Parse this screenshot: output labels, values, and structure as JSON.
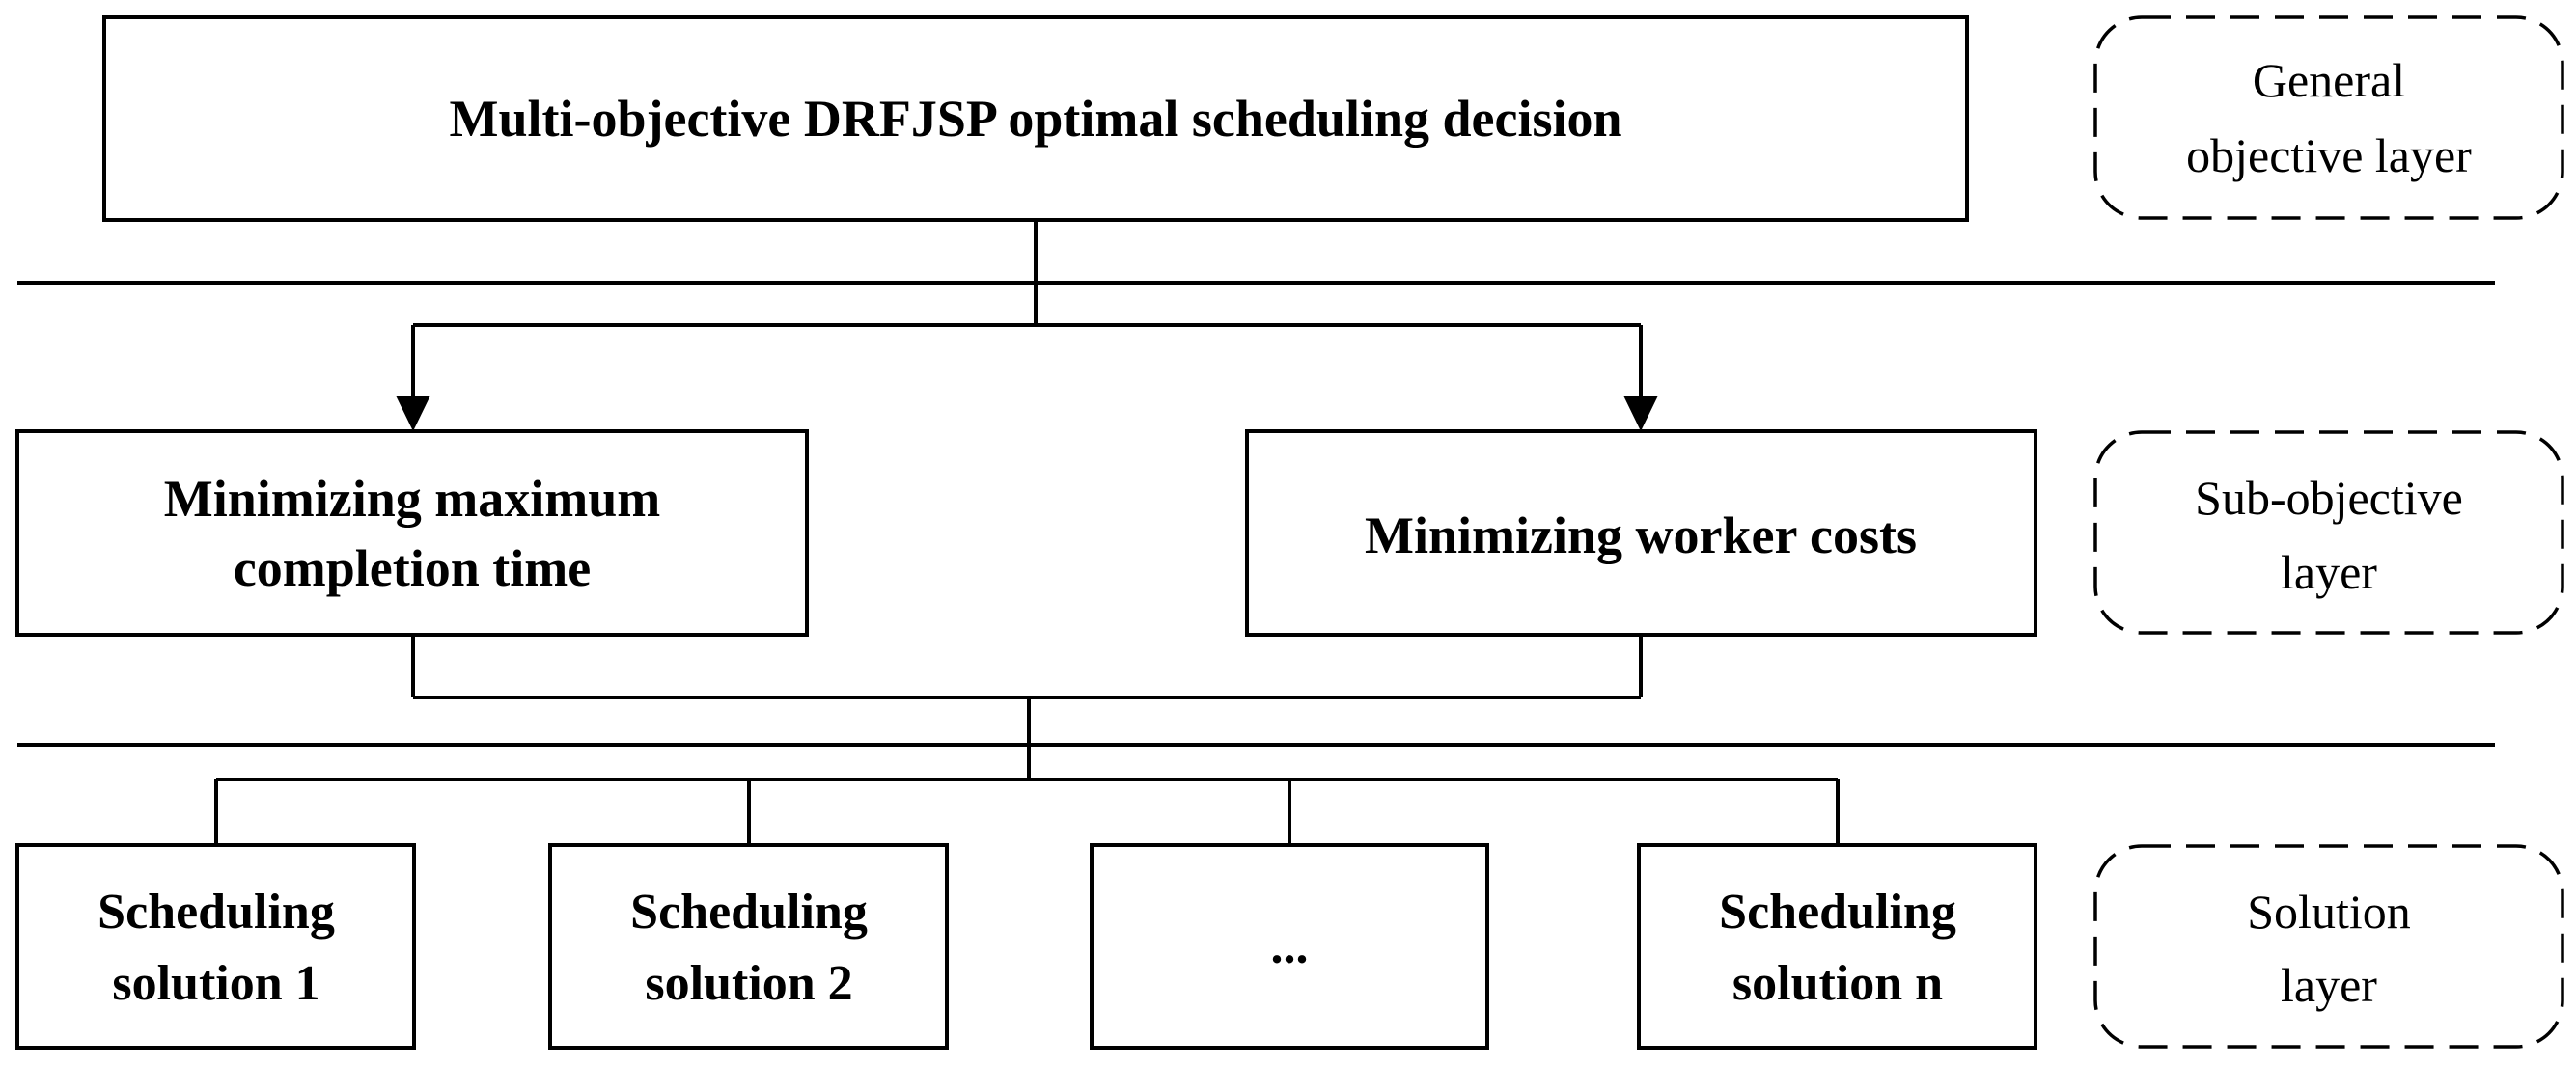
{
  "general_objective": {
    "title": "Multi-objective DRFJSP optimal scheduling decision"
  },
  "sub_objectives": [
    {
      "line1": "Minimizing maximum",
      "line2": "completion time"
    },
    {
      "line1": "Minimizing worker costs"
    }
  ],
  "solutions": [
    {
      "line1": "Scheduling",
      "line2": "solution 1"
    },
    {
      "line1": "Scheduling",
      "line2": "solution 2"
    },
    {
      "line1": "..."
    },
    {
      "line1": "Scheduling",
      "line2": "solution n"
    }
  ],
  "layers": [
    {
      "line1": "General",
      "line2": "objective layer"
    },
    {
      "line1": "Sub-objective",
      "line2": "layer"
    },
    {
      "line1": "Solution",
      "line2": "layer"
    }
  ]
}
